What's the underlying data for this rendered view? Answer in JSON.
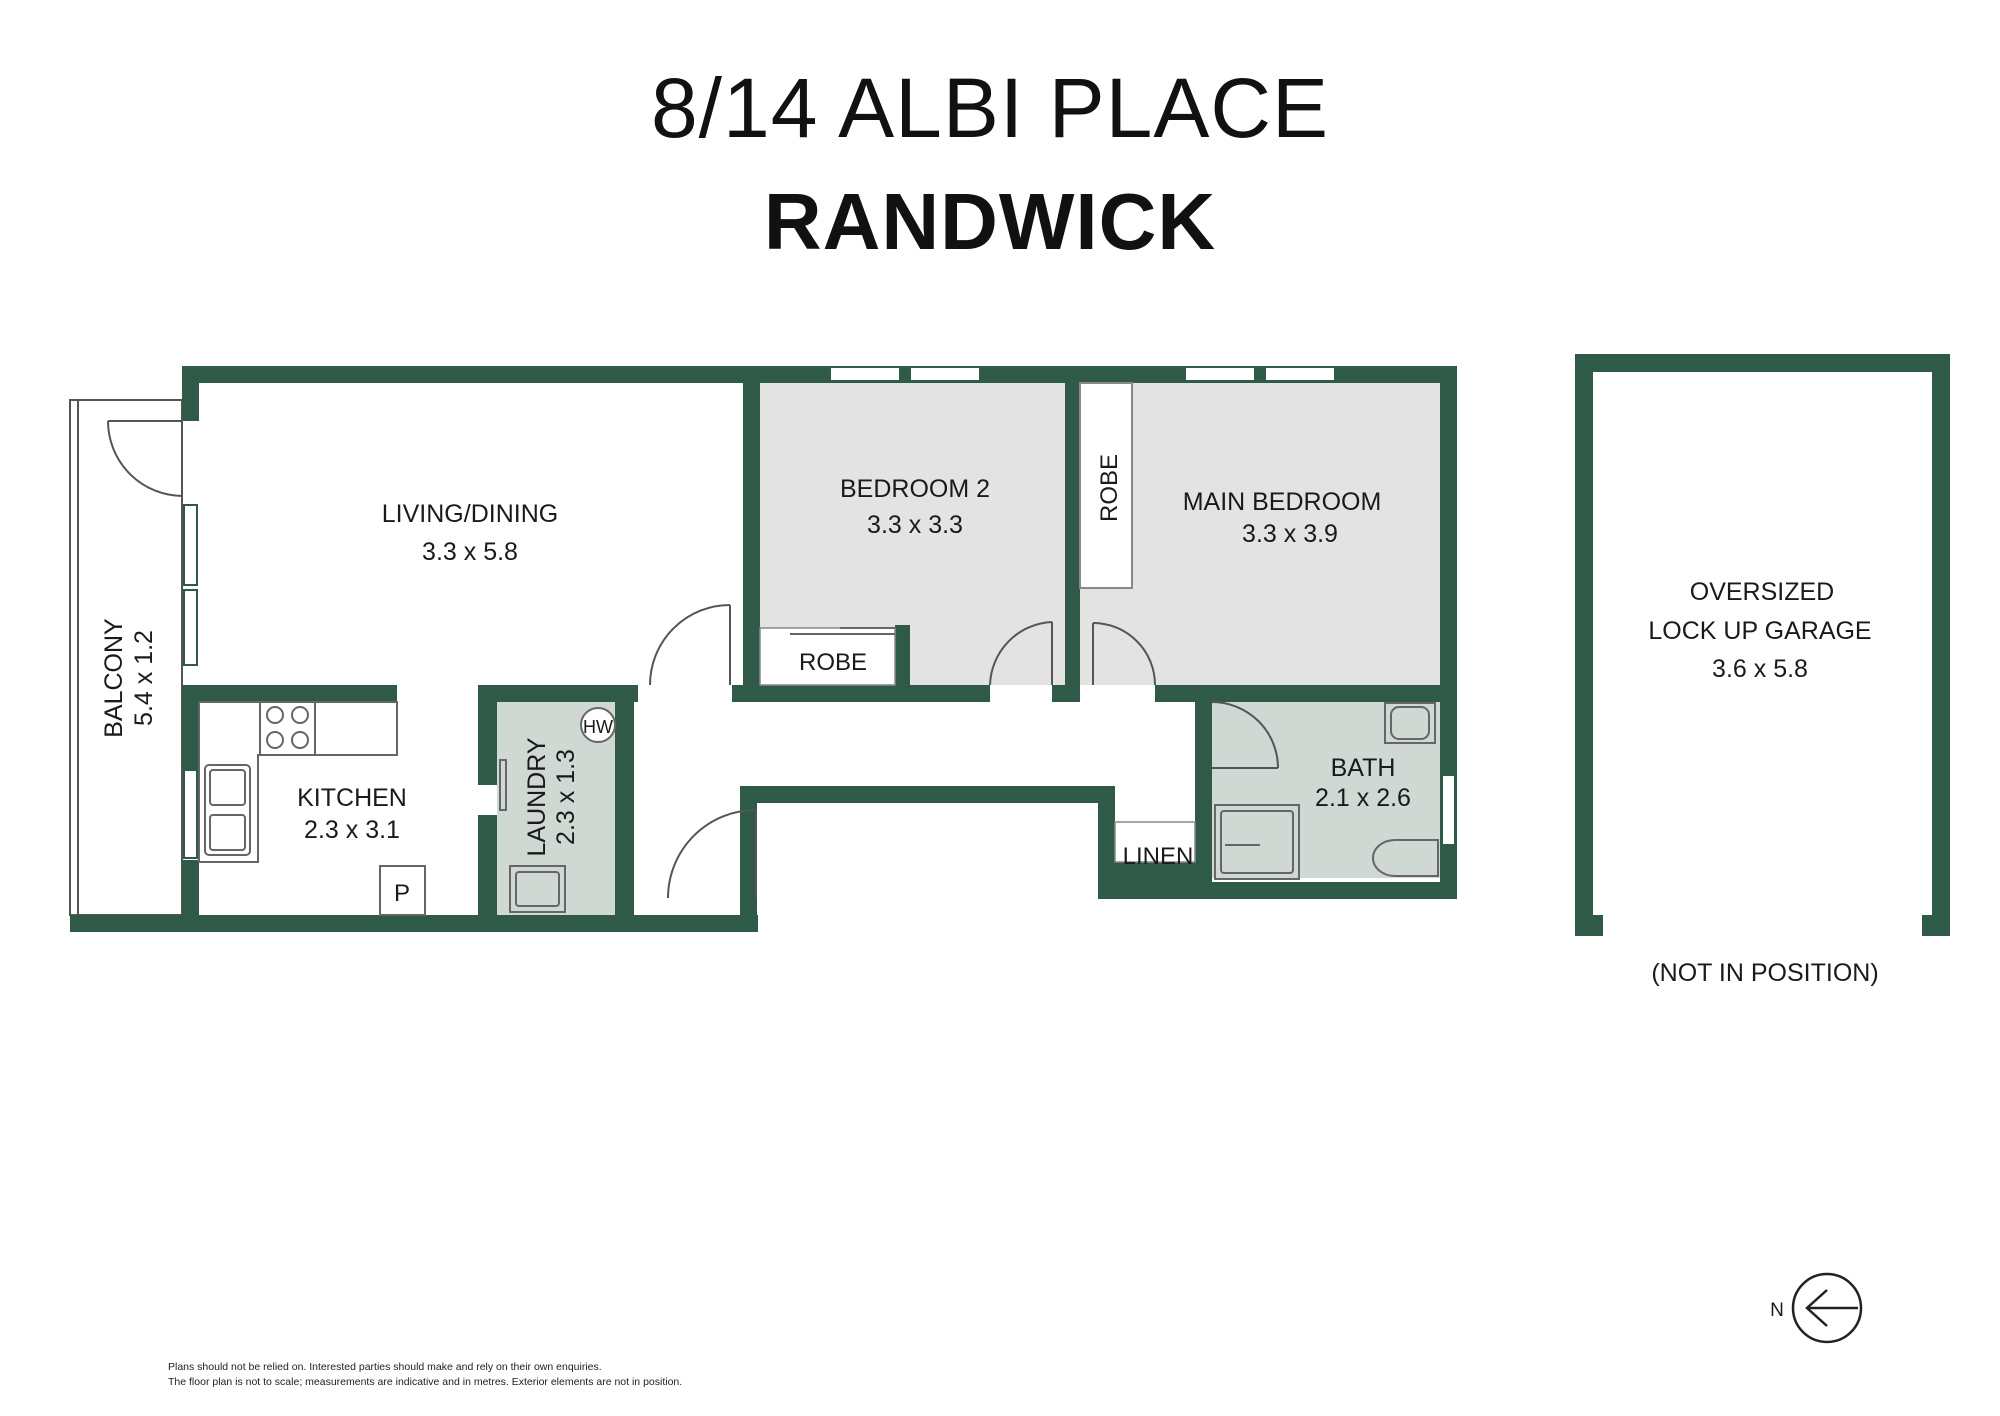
{
  "header": {
    "address": "8/14 ALBI PLACE",
    "suburb": "RANDWICK"
  },
  "rooms": {
    "living": {
      "name": "LIVING/DINING",
      "size": "3.3 x 5.8"
    },
    "bedroom2": {
      "name": "BEDROOM 2",
      "size": "3.3 x 3.3"
    },
    "main_bedroom": {
      "name": "MAIN BEDROOM",
      "size": "3.3 x 3.9"
    },
    "kitchen": {
      "name": "KITCHEN",
      "size": "2.3 x 3.1"
    },
    "laundry": {
      "name": "LAUNDRY",
      "size": "2.3 x 1.3"
    },
    "balcony": {
      "name": "BALCONY",
      "size": "5.4 x 1.2"
    },
    "bath": {
      "name": "BATH",
      "size": "2.1 x 2.6"
    },
    "garage": {
      "line1": "OVERSIZED",
      "line2": "LOCK UP GARAGE",
      "size": "3.6 x 5.8",
      "note": "(NOT IN POSITION)"
    }
  },
  "labels": {
    "robe": "ROBE",
    "linen": "LINEN",
    "pantry": "P",
    "hot_water": "HW",
    "north": "N"
  },
  "disclaimer": {
    "line1": "Plans should not be relied on. Interested parties should make and rely on their own enquiries.",
    "line2": "The floor plan is not to scale; measurements are indicative and in metres. Exterior elements are not in position."
  },
  "colors": {
    "wall": "#2f5a47",
    "bedroom_fill": "#e3e3e3",
    "bath_fill": "#cfd8d2",
    "background": "#ffffff"
  }
}
